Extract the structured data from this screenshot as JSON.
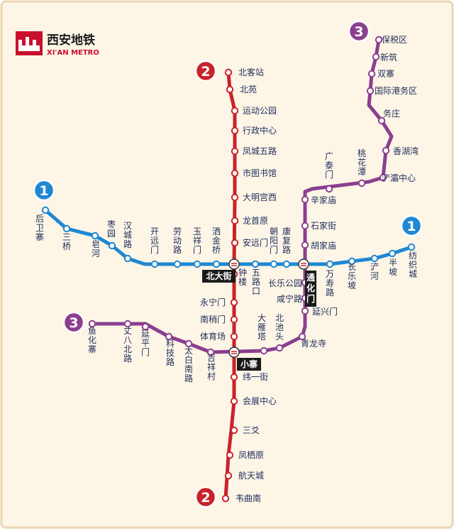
{
  "logo": {
    "name_cn": "西安地铁",
    "name_en": "XI'AN METRO"
  },
  "colors": {
    "line1": "#1e88d2",
    "line2": "#c8232b",
    "line3": "#8b3f8f",
    "background": "#fdf5e6",
    "border": "#ecd6b3"
  },
  "lines": [
    {
      "id": "line1",
      "number": "1",
      "color": "#1e88d2",
      "stations": [
        "后卫寨",
        "三桥",
        "皂河",
        "枣园",
        "汉城路",
        "开远门",
        "劳动路",
        "玉祥门",
        "洒金桥",
        "北大街",
        "五路口",
        "朝阳门",
        "康复路",
        "通化门",
        "万寿路",
        "长乐坡",
        "浐河",
        "半坡",
        "纺织城"
      ]
    },
    {
      "id": "line2",
      "number": "2",
      "color": "#c8232b",
      "stations": [
        "北客站",
        "北苑",
        "运动公园",
        "行政中心",
        "凤城五路",
        "市图书馆",
        "大明宫西",
        "龙首原",
        "安远门",
        "北大街",
        "钟楼",
        "永宁门",
        "南稍门",
        "体育场",
        "小寨",
        "纬一街",
        "会展中心",
        "三爻",
        "凤栖原",
        "航天城",
        "韦曲南"
      ]
    },
    {
      "id": "line3",
      "number": "3",
      "color": "#8b3f8f",
      "stations": [
        "鱼化寨",
        "丈八北路",
        "延平门",
        "科技路",
        "太白南路",
        "吉祥村",
        "小寨",
        "大雁塔",
        "北池头",
        "青龙寺",
        "延兴门",
        "咸宁路",
        "长乐公园",
        "通化门",
        "胡家庙",
        "石家街",
        "辛家庙",
        "广泰门",
        "桃花潭",
        "浐灞中心",
        "香湖湾",
        "务庄",
        "国际港务区",
        "双寨",
        "新筑",
        "保税区"
      ]
    }
  ],
  "transfers": [
    "北大街",
    "通化门",
    "小寨"
  ]
}
